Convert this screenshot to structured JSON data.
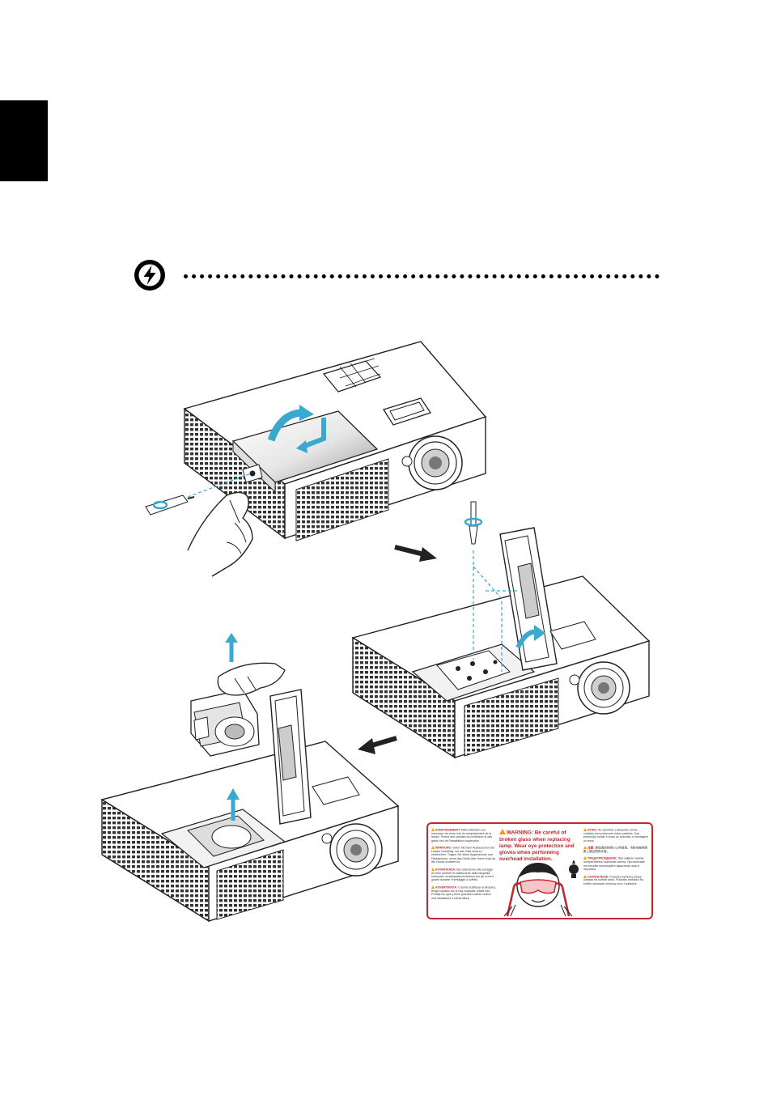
{
  "warning_label": {
    "headline": "WARNING: Be careful of broken glass when replacing lamp. Wear eye protection and gloves when performing overhead installation.",
    "left_column": [
      {
        "heading": "AVERTISSEMENT:",
        "text": "faites attention aux morceaux de verre lors du remplacement de la lampe. Portez des lunettes de protection et des gants lors de l'installation suspendue."
      },
      {
        "heading": "WARNUNG:",
        "text": "Seien Sie beim Austauschen der Lampe vorsichtig, um das Glas nicht zu zerbrechen. Tragen Sie einen Augenschutz und Handschuhe, wenn das Gerät über Ihrem Kopf an der Decke montiert ist."
      },
      {
        "heading": "AVVERTENZA:",
        "text": "fare attenzione alle schegge di vetro durante la sostituzione della lampada. Indossare un'adeguata protezione per gli occhi e guanti durante l'montaggio a soffitto."
      },
      {
        "heading": "ADVERTENCIA:",
        "text": "Cuando sustituya la lámpara, tenga cuidado por si hay cualquier cristal roto. Proteja los ojos y lleve guantes cuando realice una instalación a cierta altura."
      }
    ],
    "right_column": [
      {
        "heading": "AVISO:",
        "text": "Ao substituir a lâmpada, tenha cuidado com possíveis vidros partidos. Use protecção ocular e luvas ao executar a montagem no tecto."
      },
      {
        "heading": "注意:",
        "text": "更換燈泡時請小心碎玻璃。吊掛安裝時請戴上護目鏡與手套。"
      },
      {
        "heading": "ПРЕДУПРЕЖДЕНИЕ:",
        "text": "При замене лампы остерегайтесь осколков стекла. При монтаже на потолке используйте защитные очки и перчатки."
      },
      {
        "heading": "OSTRZEŻENIE:",
        "text": "Podczas wymiany lampy uważać na rozbite szkło. Podczas montażu na suficie stosować ochronę oczu i rękawice."
      }
    ]
  },
  "icons": {
    "warning": "lightning-warning-icon",
    "steps": [
      "projector-cover-removal",
      "lamp-screw-loosening",
      "lamp-removal"
    ]
  },
  "colors": {
    "accent_blue": "#3aa8cf",
    "label_red": "#c4262e",
    "warning_orange": "#f4a000"
  }
}
